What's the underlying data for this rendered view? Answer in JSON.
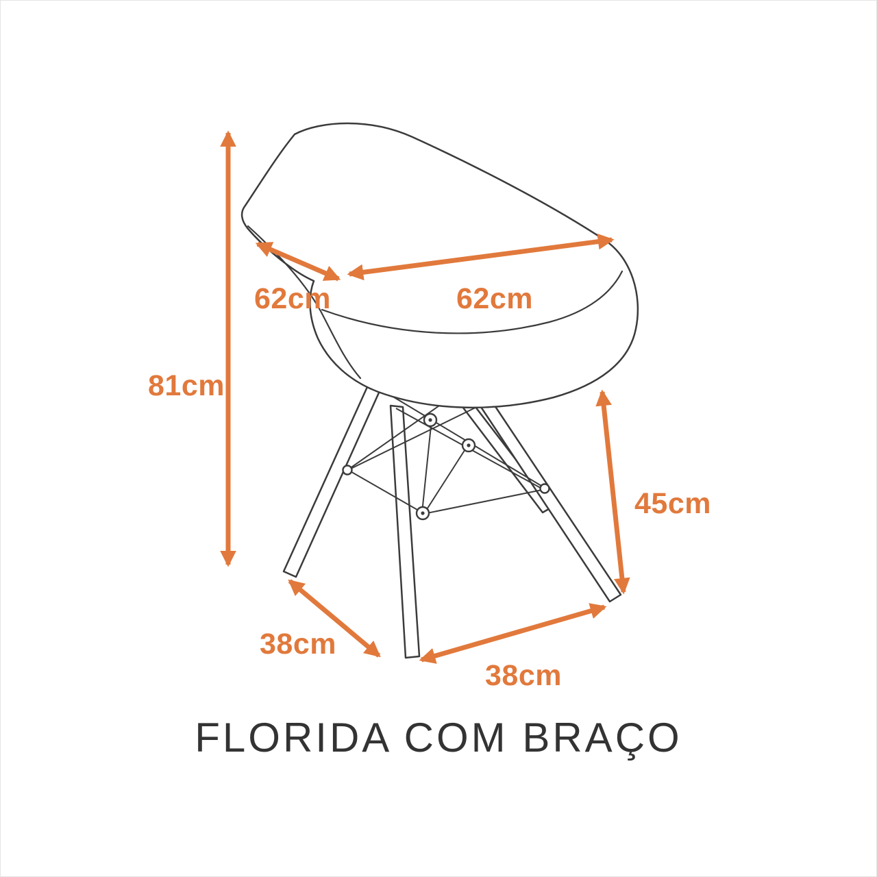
{
  "diagram": {
    "title": "FLORIDA COM BRAÇO",
    "colors": {
      "accent": "#E1793C",
      "line": "#3B3B3B",
      "title": "#333333",
      "background": "#FFFFFF"
    },
    "dimensions": {
      "total_height": "81cm",
      "seat_depth": "62cm",
      "total_width": "62cm",
      "seat_height": "45cm",
      "base_depth": "38cm",
      "base_width": "38cm"
    }
  }
}
